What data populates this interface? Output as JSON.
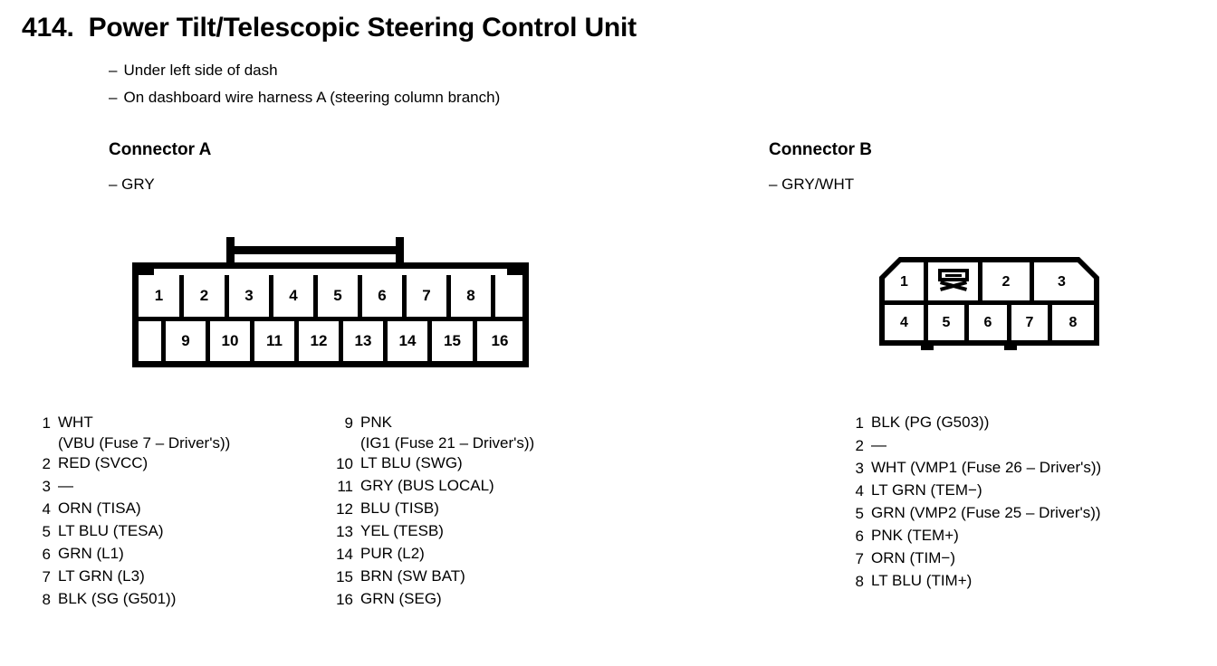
{
  "header": {
    "number": "414.",
    "title": "Power Tilt/Telescopic Steering Control Unit",
    "notes": [
      "Under left side of dash",
      "On dashboard wire harness A (steering column branch)"
    ],
    "dash": "–"
  },
  "connector_a": {
    "heading": "Connector A",
    "color": "– GRY",
    "diagram": {
      "top_row": [
        "1",
        "2",
        "3",
        "4",
        "5",
        "6",
        "7",
        "8",
        ""
      ],
      "bottom_row": [
        "",
        "9",
        "10",
        "11",
        "12",
        "13",
        "14",
        "15",
        "16"
      ]
    },
    "pins_left": [
      {
        "num": "1",
        "line1": "WHT",
        "line2": "(VBU (Fuse 7 – Driver's))"
      },
      {
        "num": "2",
        "line1": "RED (SVCC)",
        "line2": ""
      },
      {
        "num": "3",
        "line1": "—",
        "line2": ""
      },
      {
        "num": "4",
        "line1": "ORN (TISA)",
        "line2": ""
      },
      {
        "num": "5",
        "line1": "LT BLU (TESA)",
        "line2": ""
      },
      {
        "num": "6",
        "line1": "GRN (L1)",
        "line2": ""
      },
      {
        "num": "7",
        "line1": "LT GRN (L3)",
        "line2": ""
      },
      {
        "num": "8",
        "line1": "BLK (SG (G501))",
        "line2": ""
      }
    ],
    "pins_right": [
      {
        "num": "9",
        "line1": "PNK",
        "line2": "(IG1 (Fuse 21 – Driver's))"
      },
      {
        "num": "10",
        "line1": "LT BLU (SWG)",
        "line2": ""
      },
      {
        "num": "11",
        "line1": "GRY (BUS LOCAL)",
        "line2": ""
      },
      {
        "num": "12",
        "line1": "BLU (TISB)",
        "line2": ""
      },
      {
        "num": "13",
        "line1": "YEL (TESB)",
        "line2": ""
      },
      {
        "num": "14",
        "line1": "PUR (L2)",
        "line2": ""
      },
      {
        "num": "15",
        "line1": "BRN (SW BAT)",
        "line2": ""
      },
      {
        "num": "16",
        "line1": "GRN (SEG)",
        "line2": ""
      }
    ]
  },
  "connector_b": {
    "heading": "Connector B",
    "color": "– GRY/WHT",
    "diagram": {
      "top_row": [
        "1",
        "lock",
        "2",
        "3"
      ],
      "bottom_row": [
        "4",
        "5",
        "6",
        "7",
        "8"
      ]
    },
    "pins": [
      {
        "num": "1",
        "line1": "BLK (PG (G503))",
        "line2": ""
      },
      {
        "num": "2",
        "line1": "—",
        "line2": ""
      },
      {
        "num": "3",
        "line1": "WHT (VMP1 (Fuse 26 – Driver's))",
        "line2": ""
      },
      {
        "num": "4",
        "line1": "LT GRN (TEM−)",
        "line2": ""
      },
      {
        "num": "5",
        "line1": "GRN (VMP2 (Fuse 25 – Driver's))",
        "line2": ""
      },
      {
        "num": "6",
        "line1": "PNK (TEM+)",
        "line2": ""
      },
      {
        "num": "7",
        "line1": "ORN (TIM−)",
        "line2": ""
      },
      {
        "num": "8",
        "line1": "LT BLU (TIM+)",
        "line2": ""
      }
    ]
  },
  "colors": {
    "ink": "#000000",
    "page": "#ffffff"
  }
}
